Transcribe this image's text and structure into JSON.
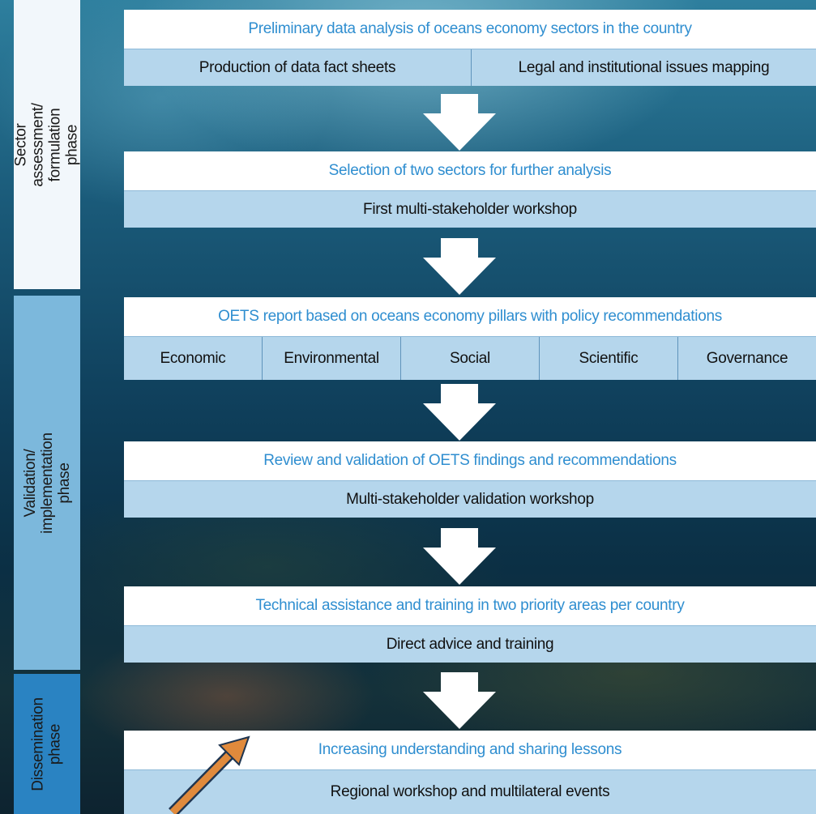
{
  "phases": [
    {
      "label": "Sector assessment/ formulation\nphase"
    },
    {
      "label": "Validation/ implementation\nphase"
    },
    {
      "label": "Dissemination\nphase"
    }
  ],
  "stages": [
    {
      "title": "Preliminary data analysis of oceans economy sectors in the country",
      "items": [
        "Production of data fact sheets",
        "Legal and institutional issues mapping"
      ]
    },
    {
      "title": "Selection of two sectors for further analysis",
      "items": [
        "First multi-stakeholder workshop"
      ]
    },
    {
      "title": "OETS report based on oceans economy pillars with policy recommendations",
      "items": [
        "Economic",
        "Environmental",
        "Social",
        "Scientific",
        "Governance"
      ]
    },
    {
      "title": "Review and validation of OETS findings and recommendations",
      "items": [
        "Multi-stakeholder validation workshop"
      ]
    },
    {
      "title": "Technical assistance and training in two priority areas per country",
      "items": [
        "Direct advice and training"
      ]
    },
    {
      "title": "Increasing understanding and sharing lessons",
      "items": [
        "Regional workshop and multilateral events"
      ]
    }
  ],
  "colors": {
    "title_text": "#2f8ed0",
    "sub_row_bg": "#b5d6ec",
    "phase_assessment": "#f2f7fb",
    "phase_validation": "#7cb8dc",
    "phase_dissemination": "#2a83c2",
    "pointer_arrow": "#e08a3c"
  }
}
